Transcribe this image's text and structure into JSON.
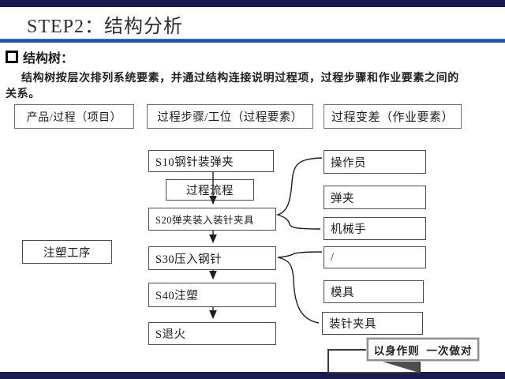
{
  "slide": {
    "title": "STEP2：结构分析",
    "heading": "结构树：",
    "paragraph_line1": "结构树按层次排列系统要素，并通过结构连接说明过程项，过程步骤和作业要素之间的",
    "paragraph_line2": "关系。",
    "accent_color": "#2054a8",
    "band_color": "#1a1a4f"
  },
  "headers": {
    "product": "产品/过程（项目）",
    "step": "过程步骤/工位（过程要素）",
    "variance": "过程变差（作业要素）"
  },
  "flow": {
    "s10": "S10钢针装弹夹",
    "process_flow_label": "过程流程",
    "s20": "S20弹夹装入装针夹具",
    "s30": "S30压入钢针",
    "s40": "S40注塑",
    "s_anneal": "S退火"
  },
  "process": {
    "injection": "注塑工序"
  },
  "elements": {
    "operator": "操作员",
    "clip": "弹夹",
    "robot": "机械手",
    "slash": "/",
    "mold": "模具",
    "pin_fixture": "装针夹具"
  },
  "banner": {
    "motto": "以身作则  一次做对"
  }
}
